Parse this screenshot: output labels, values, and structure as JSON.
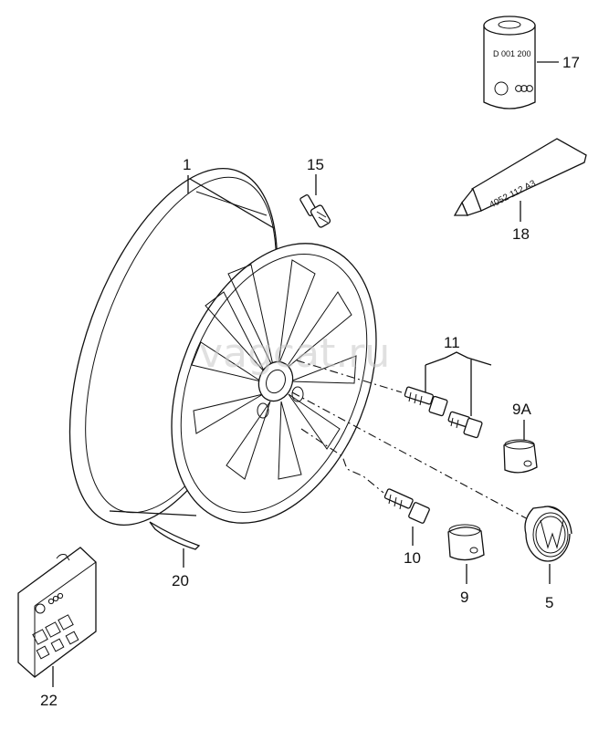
{
  "watermark": "vagcat.ru",
  "parts": {
    "p1": "1",
    "p5": "5",
    "p9": "9",
    "p9a": "9A",
    "p10": "10",
    "p11": "11",
    "p15": "15",
    "p17": "17",
    "p18": "18",
    "p20": "20",
    "p22": "22"
  },
  "labels": {
    "can_code": "D 001 200",
    "tube_code": "4052 112 A3"
  }
}
